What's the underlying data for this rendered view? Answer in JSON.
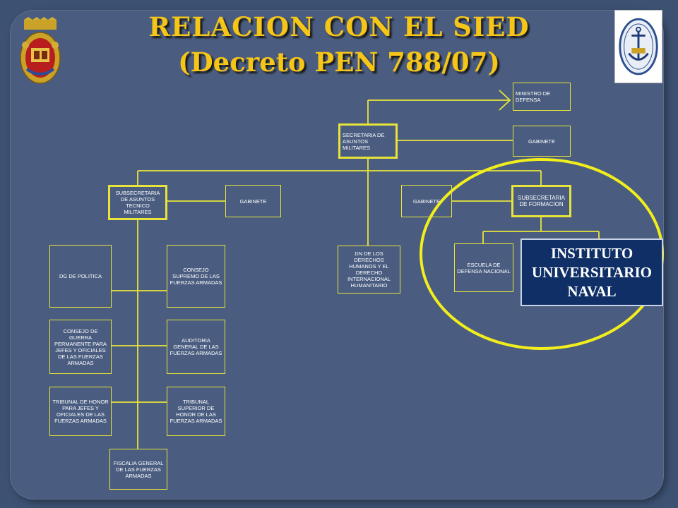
{
  "title": {
    "line1": "RELACION CON EL SIED",
    "line2": "(Decreto PEN 788/07)"
  },
  "boxes": {
    "ministro": "MINISTRO DE DEFENSA",
    "secretaria": "SECRETARIA DE ASUNTOS MILITARES",
    "gabinete_sec": "GABINETE",
    "subsec_tecnico": "SUBSECRETARIA DE ASUNTOS TECNICO MILITARES",
    "gabinete_tec": "GABINETE",
    "gabinete_form": "GABINETE",
    "subsec_formacion": "SUBSECRETARIA DE FORMACION",
    "dg_politica": "DG DE POLITICA",
    "consejo_supremo": "CONSEJO SUPREMO DE LAS FUERZAS ARMADAS",
    "dn_derechos": "DN DE LOS DERECHOS HUMANOS Y EL DERECHO INTERNACIONAL HUMANITARIO",
    "escuela_defensa": "ESCUELA DE DEFENSA NACIONAL",
    "consejo_guerra": "CONSEJO DE GUERRA PERMANENTE PARA JEFES Y OFICIALES DE LAS FUERZAS ARMADAS",
    "auditoria": "AUDITORIA GENERAL DE LAS FUERZAS ARMADAS",
    "tribunal_honor": "TRIBUNAL DE HONOR PARA JEFES Y OFICIALES DE LAS FUERZAS ARMADAS",
    "tribunal_superior": "TRIBUNAL SUPERIOR DE HONOR DE LAS FUERZAS ARMADAS",
    "fiscalia": "FISCALIA GENERAL DE LAS FUERZAS ARMADAS"
  },
  "highlight": {
    "institute": "INSTITUTO UNIVERSITARIO NAVAL"
  },
  "colors": {
    "background": "#4a5d80",
    "title": "#f5c518",
    "lines": "#e8e43a",
    "highlight_circle": "#f2ee1c",
    "institute_box": "#0f2f66"
  },
  "icons": {
    "left": "city-crest-icon",
    "right": "naval-university-anchor-logo-icon"
  }
}
